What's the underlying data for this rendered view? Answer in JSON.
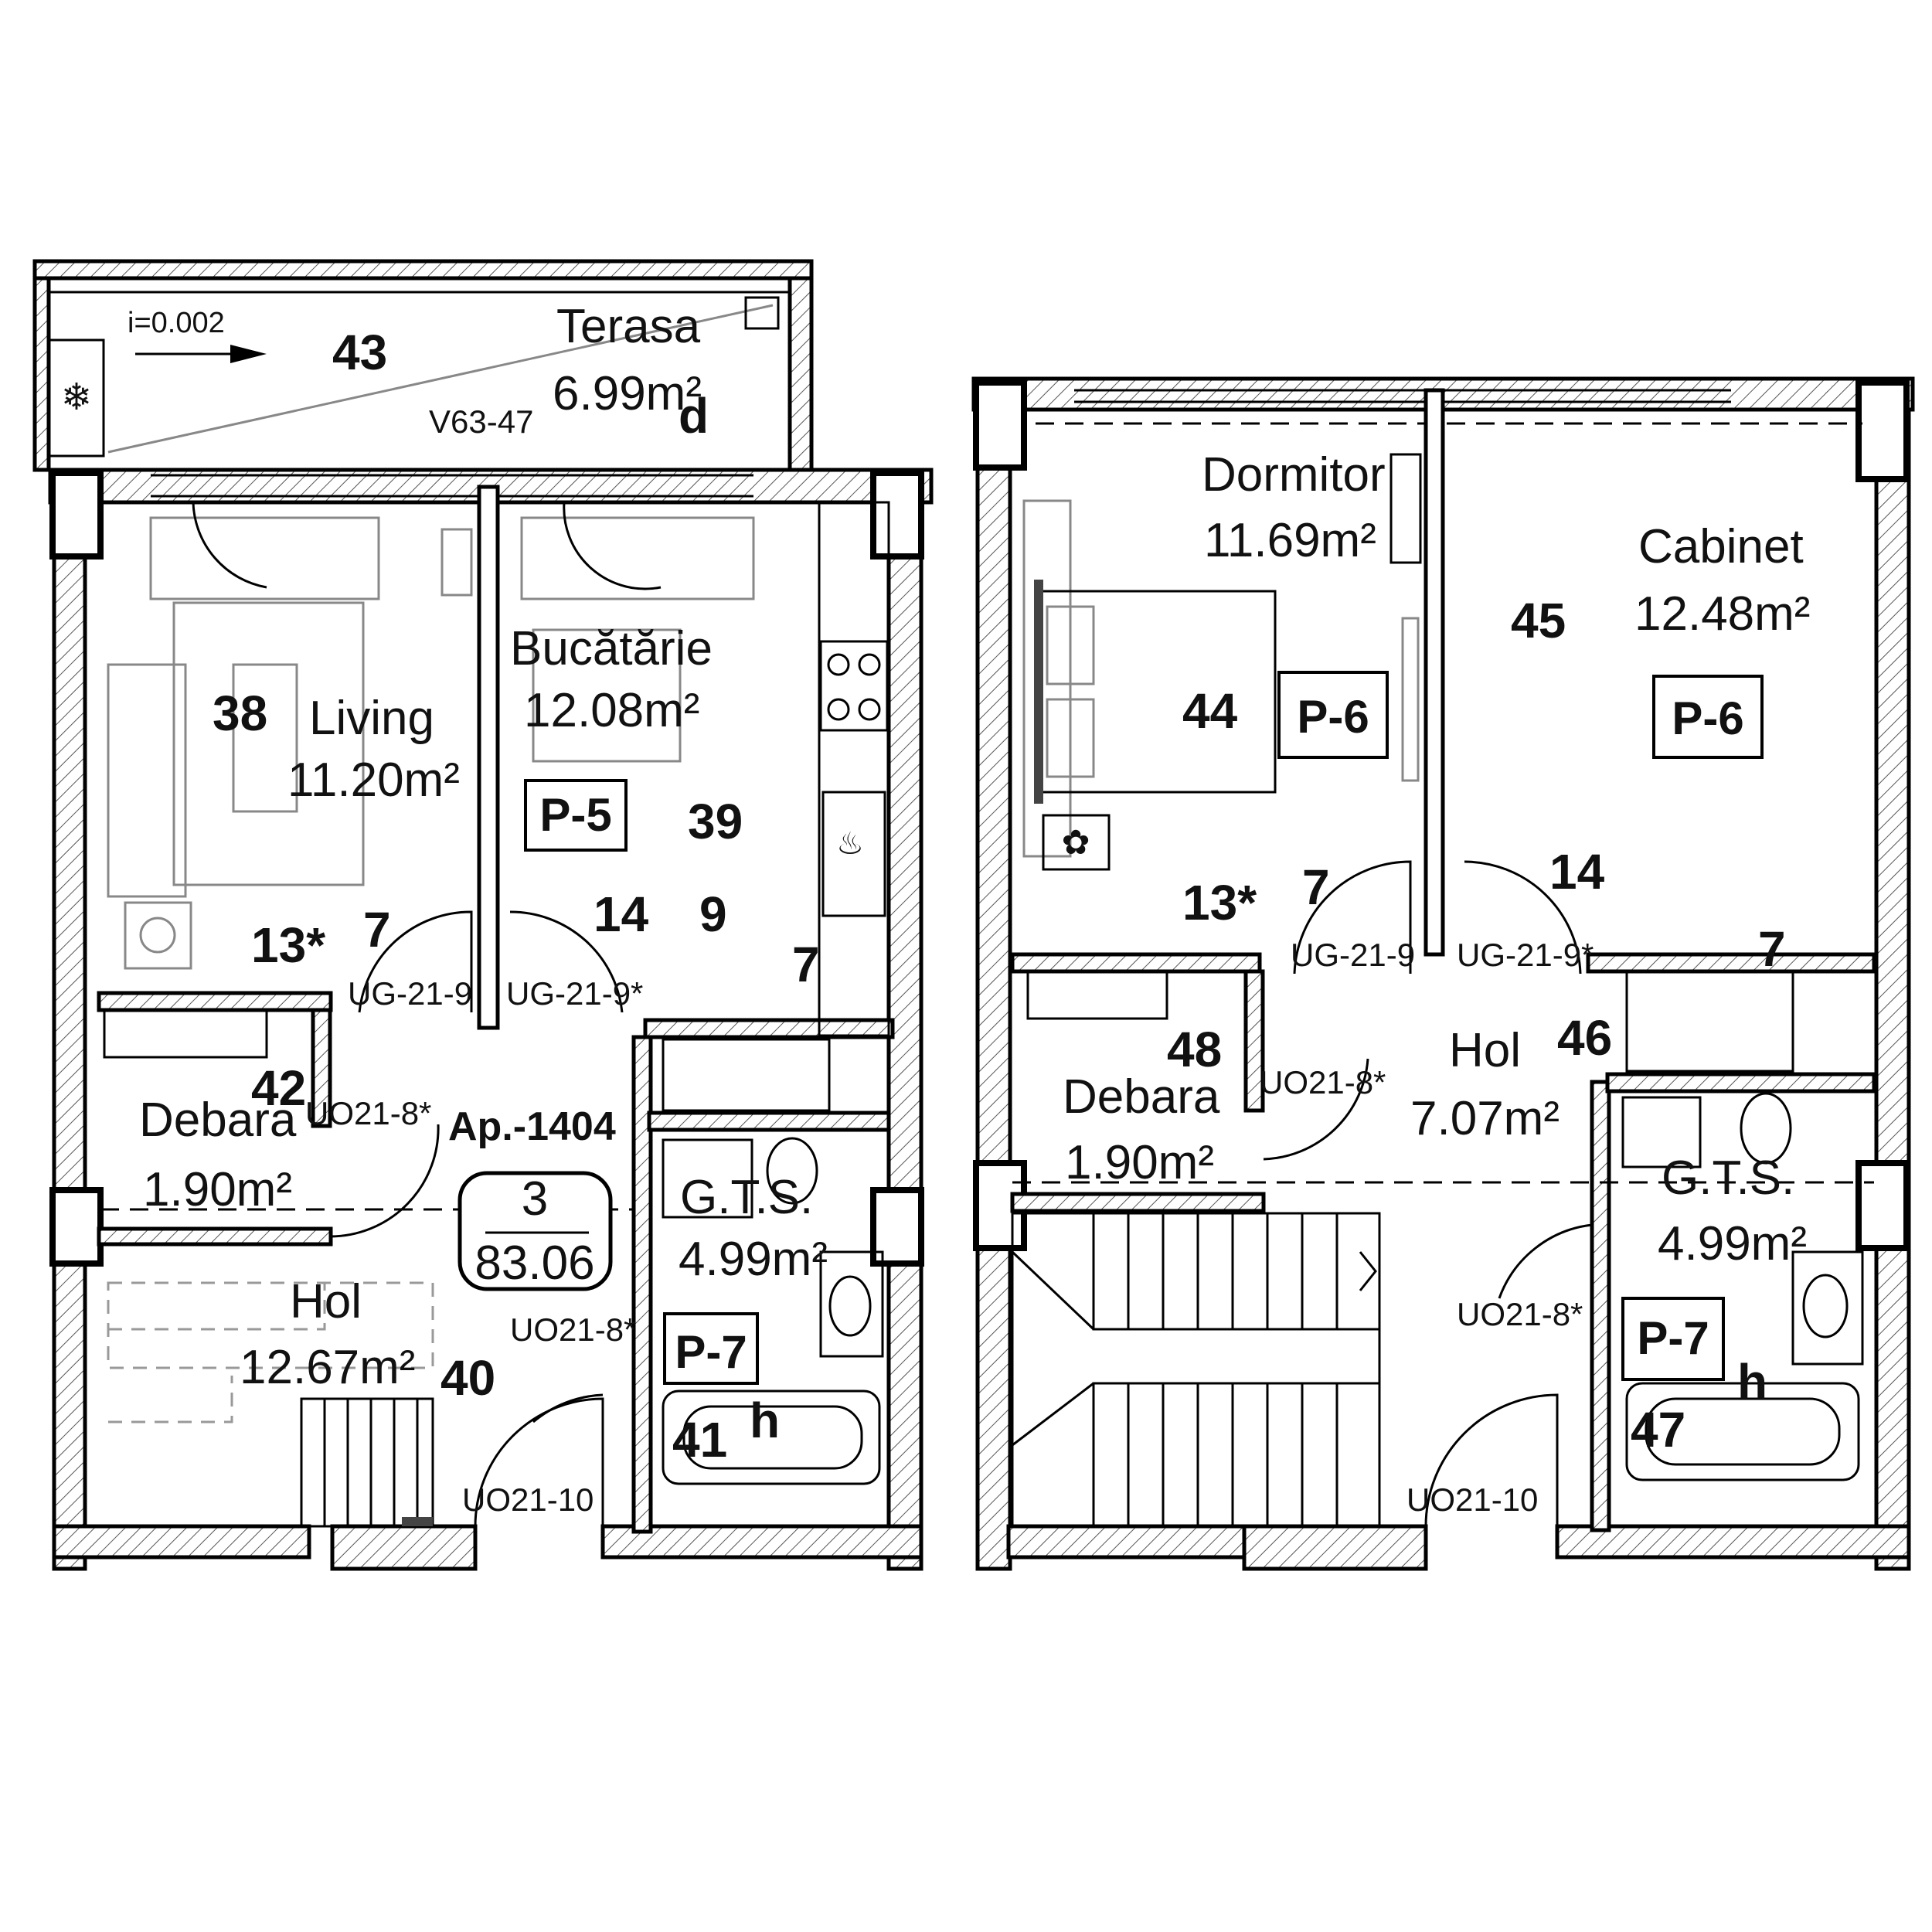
{
  "level1": {
    "terrace": {
      "name": "Terasa",
      "area": "6.99m²",
      "slope": "i=0.002",
      "window": "V63-47",
      "number": "43",
      "mark_d": "d"
    },
    "living": {
      "name": "Living",
      "area": "11.20m²",
      "number": "38"
    },
    "kitchen": {
      "name": "Bucătărie",
      "area": "12.08m²",
      "number": "39",
      "code": "P-5"
    },
    "storage": {
      "name": "Debara",
      "area": "1.90m²",
      "number": "42"
    },
    "hall": {
      "name": "Hol",
      "area": "12.67m²",
      "number": "40"
    },
    "bathroom": {
      "name": "G.T.S.",
      "area": "4.99m²",
      "number": "41",
      "code": "P-7",
      "mark_h": "h"
    },
    "apartment": {
      "id": "Ap.-1404",
      "rooms": "3",
      "area": "83.06"
    },
    "marks": {
      "m13": "13*",
      "m7a": "7",
      "m14": "14",
      "m9": "9",
      "m7b": "7"
    },
    "doors": {
      "d1": "UG-21-9",
      "d2": "UG-21-9*",
      "d3": "UO21-8*",
      "d4": "UO21-8*",
      "d5": "UO21-10"
    }
  },
  "level2": {
    "bedroom": {
      "name": "Dormitor",
      "area": "11.69m²",
      "number": "44",
      "code": "P-6"
    },
    "office": {
      "name": "Cabinet",
      "area": "12.48m²",
      "number": "45",
      "code": "P-6"
    },
    "hall": {
      "name": "Hol",
      "area": "7.07m²",
      "number": "46"
    },
    "storage": {
      "name": "Debara",
      "area": "1.90m²",
      "number": "48"
    },
    "bathroom": {
      "name": "G.T.S.",
      "area": "4.99m²",
      "number": "47",
      "code": "P-7",
      "mark_h": "h"
    },
    "marks": {
      "m13": "13*",
      "m7a": "7",
      "m14": "14",
      "m7b": "7"
    },
    "doors": {
      "d1": "UG-21-9",
      "d2": "UG-21-9*",
      "d3": "UO21-8*",
      "d4": "UO21-8*",
      "d5": "UO21-10"
    }
  }
}
